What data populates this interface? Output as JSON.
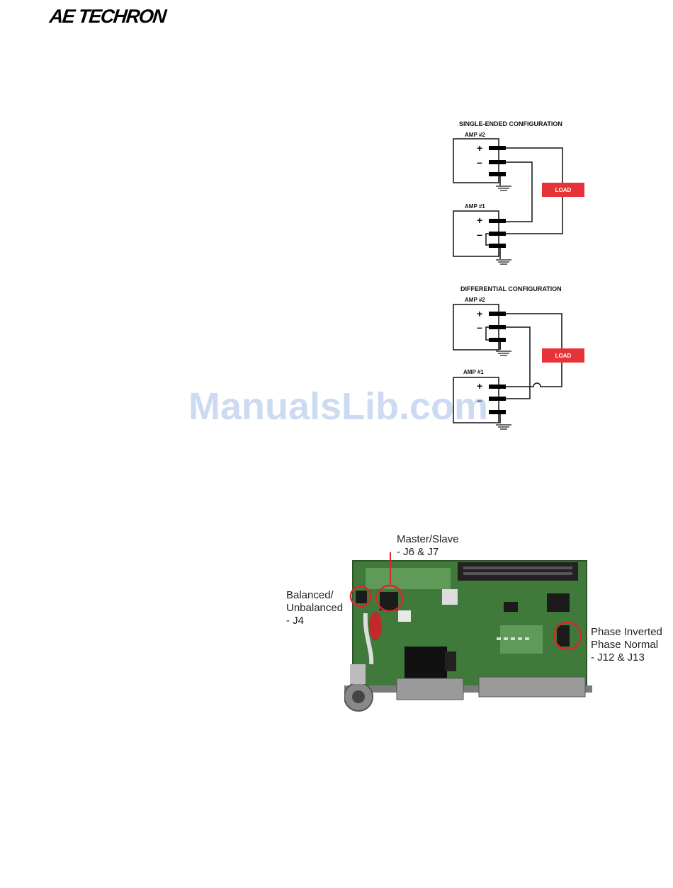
{
  "header": {
    "logo_text": "AE TECHRON"
  },
  "single_ended": {
    "title": "SINGLE-ENDED CONFIGURATION",
    "amp_top": "AMP #2",
    "amp_bottom": "AMP #1",
    "plus": "+",
    "minus": "–",
    "load": "LOAD"
  },
  "differential": {
    "title": "DIFFERENTIAL CONFIGURATION",
    "amp_top": "AMP #2",
    "amp_bottom": "AMP #1",
    "plus": "+",
    "minus": "–",
    "load": "LOAD"
  },
  "watermark": "ManualsLib.com",
  "callouts": {
    "master_slave": "Master/Slave\n- J6 & J7",
    "balanced": "Balanced/\nUnbalanced\n- J4",
    "phase": "Phase Inverted\nPhase Normal\n- J12 & J13"
  },
  "colors": {
    "load": "#e53338",
    "callout_circle": "#d9262b",
    "pcb": "#3f7a3a"
  }
}
